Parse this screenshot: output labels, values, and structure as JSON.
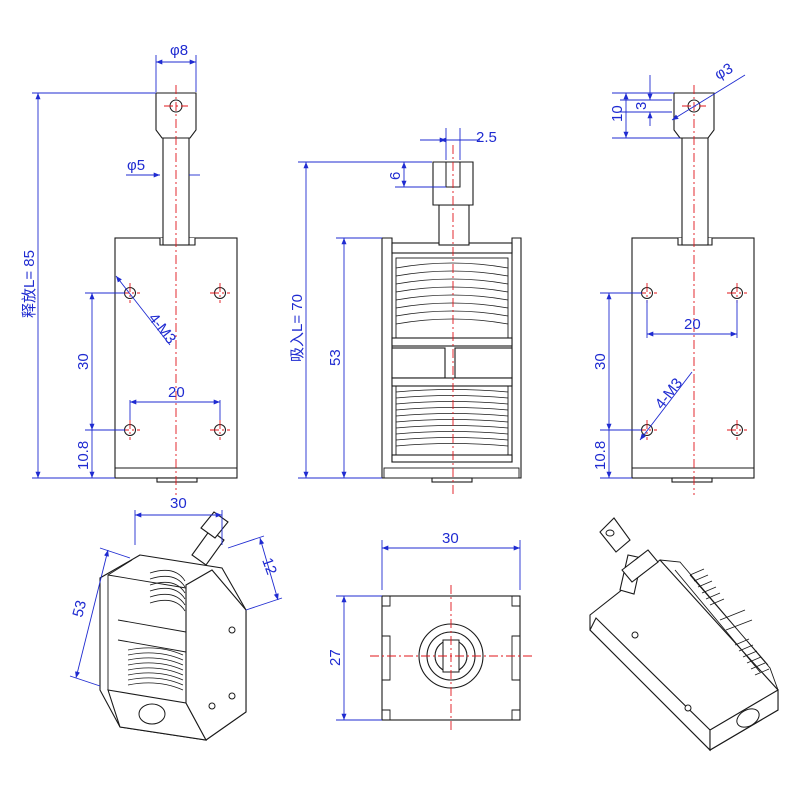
{
  "drawing": {
    "colors": {
      "dimension": "#1f2bd1",
      "centerline": "#e0141a",
      "outline": "#1a1a1a"
    }
  },
  "front_view": {
    "dim_pin_dia": "φ8",
    "dim_shaft_dia": "φ5",
    "dim_total_length": "释放L= 85",
    "dim_hole_vertical": "30",
    "dim_hole_horizontal": "20",
    "dim_bottom_offset": "10.8",
    "dim_hole_callout": "4-M3"
  },
  "section_view": {
    "dim_slot_width": "2.5",
    "dim_slot_depth": "6",
    "dim_total_length": "吸入L= 70",
    "dim_body_height": "53"
  },
  "side_view": {
    "dim_hole_dia": "φ3",
    "dim_hole_offset": "3",
    "dim_pin_length": "10",
    "dim_hole_horizontal": "20",
    "dim_hole_vertical": "30",
    "dim_bottom_offset": "10.8",
    "dim_hole_callout": "4-M3"
  },
  "iso_left_view": {
    "dim_width": "30",
    "dim_depth": "12",
    "dim_height": "53"
  },
  "bottom_view": {
    "dim_width": "30",
    "dim_height": "27"
  }
}
